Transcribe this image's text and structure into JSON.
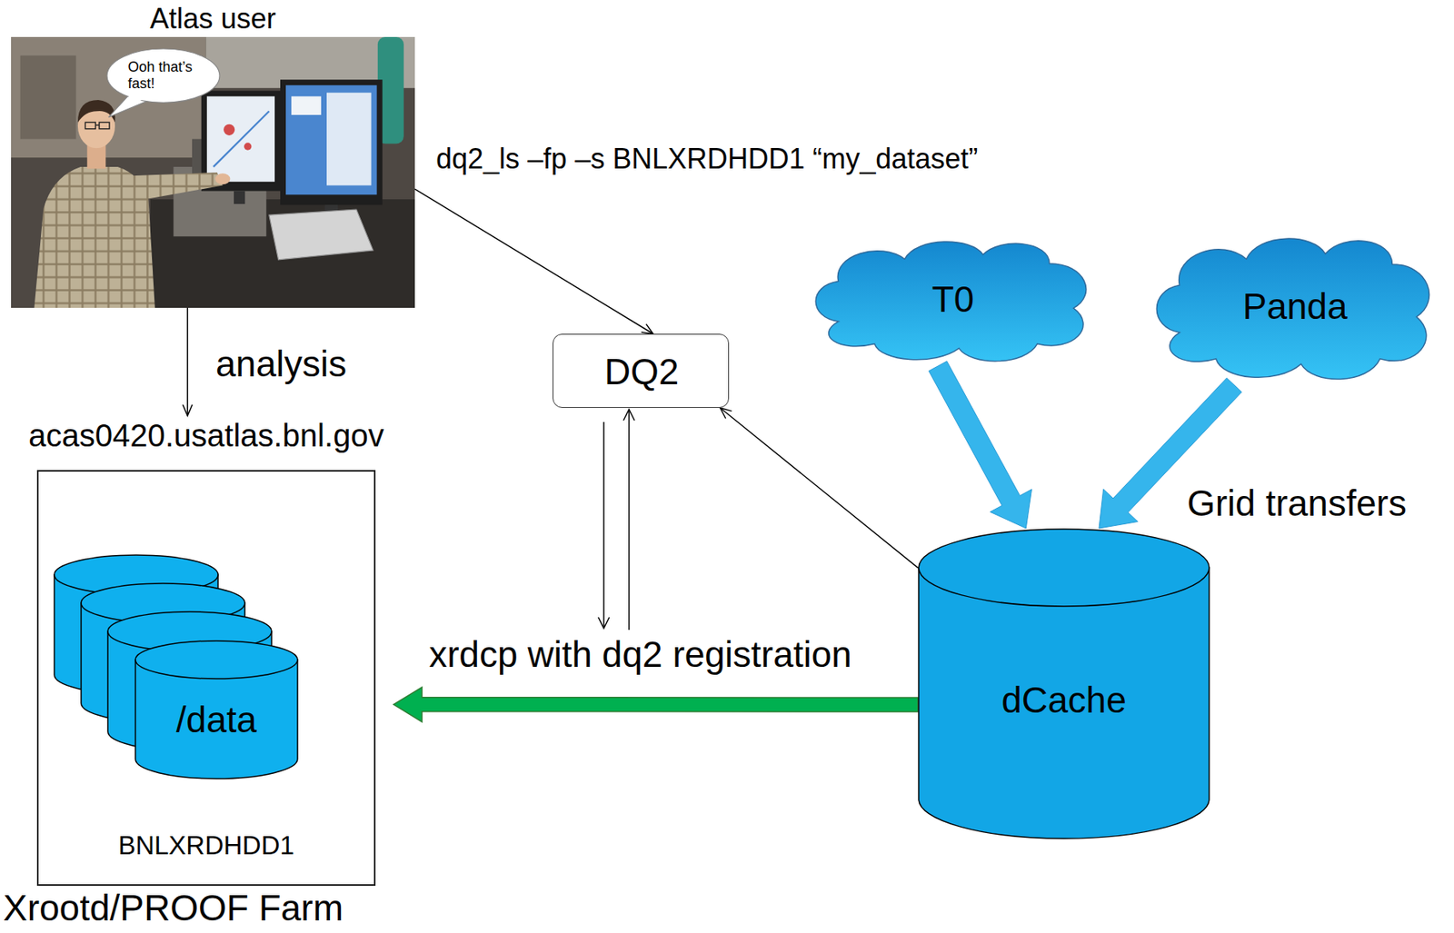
{
  "diagram": {
    "nodes": [
      {
        "text": [
          "Atlas user"
        ]
      },
      {
        "text": [
          "Ooh that’s fast!"
        ],
        "in": 0
      },
      {
        "text": [
          "acas0420.usatlas.bnl.gov",
          "BNLXRDHDD1",
          "Xrootd/PROOF Farm"
        ]
      },
      {
        "text": [
          "/data"
        ],
        "in": 2
      },
      {
        "text": [
          "DQ2"
        ]
      },
      {
        "text": [
          "T0"
        ]
      },
      {
        "text": [
          "Panda"
        ]
      },
      {
        "text": [
          "dCache"
        ]
      }
    ],
    "edges": [
      {
        "from": 0,
        "to": 2,
        "label": "analysis",
        "arrow": "to"
      },
      {
        "from": 0,
        "to": 4,
        "label": "dq2_ls –fp –s BNLXRDHDD1 “my_dataset”",
        "arrow": "to"
      },
      {
        "from": 7,
        "to": 4,
        "arrow": "to"
      },
      {
        "from": 5,
        "to": 7,
        "arrow": "to"
      },
      {
        "from": 6,
        "to": 7,
        "arrow": "to"
      },
      {
        "from": 7,
        "to": 2,
        "label": "xrdcp with dq2 registration",
        "arrow": "to"
      }
    ],
    "labels": [
      "Grid transfers"
    ]
  }
}
